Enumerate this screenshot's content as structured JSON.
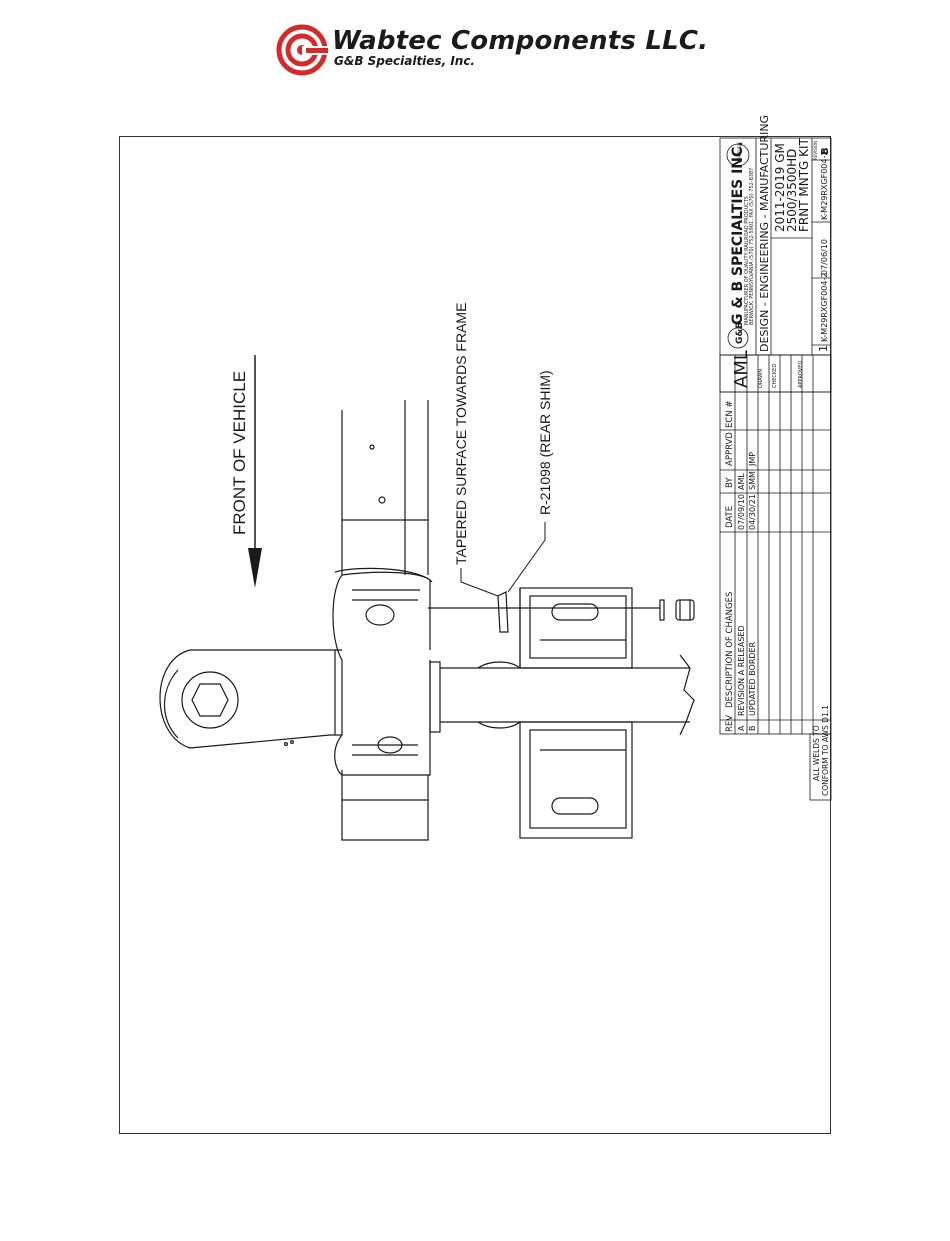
{
  "header": {
    "company": "Wabtec Components LLC.",
    "subsidiary": "G&B Specialties, Inc."
  },
  "drawing": {
    "arrow_label": "FRONT OF VEHICLE",
    "note_1": "TAPERED SURFACE TOWARDS FRAME",
    "note_2": "R-21098 (REAR SHIM)"
  },
  "revisions": {
    "headers": [
      "REV",
      "DESCRIPTION OF CHANGES",
      "DATE",
      "BY",
      "APPRVD",
      "ECN #"
    ],
    "rows": [
      [
        "A",
        "REVISION A RELEASED",
        "07/09/10",
        "AML",
        "",
        ""
      ],
      [
        "B",
        "UPDATED BORDER",
        "04/30/21",
        "SMM",
        "JMP",
        ""
      ]
    ]
  },
  "signoff": {
    "drawn_initials": "AML",
    "drawn": "DRAWN",
    "checked": "CHECKED",
    "approved": "APPROVED"
  },
  "weld_note": {
    "line1": "ALL WELDS TO",
    "line2": "CONFORM TO AWS D1.1"
  },
  "title_block": {
    "company": "G & B SPECIALTIES INC.",
    "tagline": "MANUFACTURER OF QUALITY RAILROAD PRODUCTS",
    "address": "BERWICK, PENNSYLVANIA (570) 752-5901, FAX (570) 752-8387",
    "dept": "DESIGN - ENGINEERING - MANUFACTURING",
    "title_line1": "2011-2019 GM",
    "title_line2": "2500/3500HD",
    "title_line3": "FRNT MNTG KIT",
    "sheet": "1",
    "part_no": "K-M29RXGF004-2",
    "date": "07/06/10",
    "drawing_no": "K-M29RXGF004-2",
    "revision": "B",
    "revision_label": "REVISION",
    "cert_label": "CERTIFIED"
  },
  "colors": {
    "logo_red": "#d42a2a",
    "line": "#1a1a1a"
  }
}
